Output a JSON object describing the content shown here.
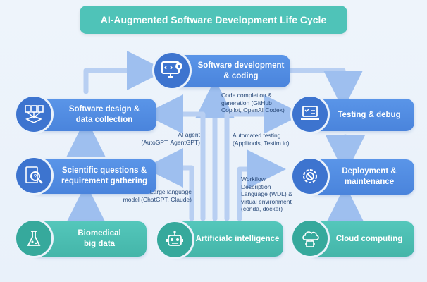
{
  "title": "AI-Augmented Software Development Life Cycle",
  "nodes": {
    "software_development": "Software development\n& coding",
    "software_design": "Software design &\ndata collection",
    "scientific_questions": "Scientific questions &\nrequirement gathering",
    "biomedical_big_data": "Biomedical\nbig data",
    "artificial_intelligence": "Artificialc intelligence",
    "testing_debug": "Testing & debug",
    "deployment": "Deployment &\nmaintenance",
    "cloud_computing": "Cloud computing"
  },
  "annotations": {
    "code_completion": "Code completion &\ngeneration (GitHub\nCopilot, OpenAI Codex)",
    "ai_agent": "AI agent\n(AutoGPT, AgentGPT)",
    "automated_testing": "Automated testing\n(Applitools, Testim.io)",
    "llm": "Large language\nmodel (ChatGPT, Claude)",
    "workflow": "Workflow\nDescription\nLanguage (WDL) &\nvirtual environment\n(conda, docker)"
  },
  "icons": {
    "software_development": "monitor-gear-icon",
    "software_design": "database-nodes-icon",
    "scientific_questions": "question-search-icon",
    "biomedical_big_data": "microscope-flask-icon",
    "artificial_intelligence": "robot-head-icon",
    "testing_debug": "laptop-checklist-icon",
    "deployment": "gear-wrench-icon",
    "cloud_computing": "cloud-chip-icon"
  },
  "colors": {
    "blue": "#4a84dc",
    "teal": "#44b5a9",
    "arrow": "#b8cff2"
  }
}
